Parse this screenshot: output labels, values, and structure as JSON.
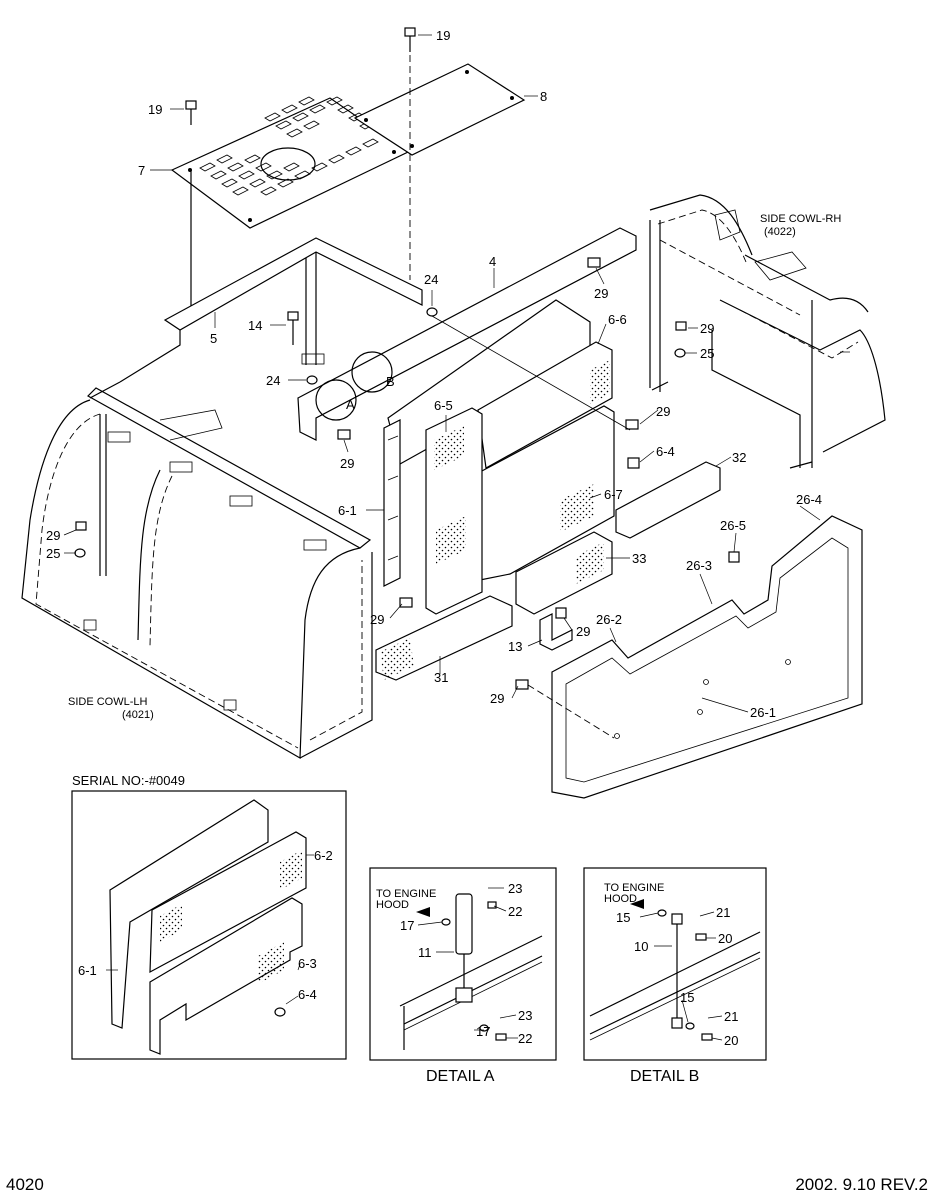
{
  "footer": {
    "page_number": "4020",
    "revision_date": "2002. 9.10 REV.2"
  },
  "main": {
    "side_cowl_rh": {
      "title": "SIDE COWL-RH",
      "ref": "(4022)"
    },
    "side_cowl_lh": {
      "title": "SIDE COWL-LH",
      "ref": "(4021)"
    },
    "circle_a": "A",
    "circle_b": "B",
    "callouts": {
      "c19a": "19",
      "c19b": "19",
      "c8": "8",
      "c7": "7",
      "c4": "4",
      "c24a": "24",
      "c24b": "24",
      "c5": "5",
      "c14": "14",
      "c29a": "29",
      "c29b": "29",
      "c29c": "29",
      "c29d": "29",
      "c29e": "29",
      "c29f": "29",
      "c29g": "29",
      "c25a": "25",
      "c25b": "25",
      "c6_6": "6-6",
      "c6_5": "6-5",
      "c6_4": "6-4",
      "c6_7": "6-7",
      "c6_1": "6-1",
      "c32": "32",
      "c33": "33",
      "c31": "31",
      "c13": "13",
      "c26_1": "26-1",
      "c26_2": "26-2",
      "c26_3": "26-3",
      "c26_4": "26-4",
      "c26_5": "26-5"
    }
  },
  "serial_box": {
    "title": "SERIAL NO:-#0049",
    "callouts": {
      "c6_2": "6-2",
      "c6_3": "6-3",
      "c6_4": "6-4",
      "c6_1": "6-1"
    }
  },
  "detail_a": {
    "caption": "DETAIL  A",
    "note_line1": "TO ENGINE",
    "note_line2": "HOOD",
    "callouts": {
      "c23a": "23",
      "c22a": "22",
      "c17a": "17",
      "c11": "11",
      "c17b": "17",
      "c23b": "23",
      "c22b": "22"
    }
  },
  "detail_b": {
    "caption": "DETAIL  B",
    "note_line1": "TO ENGINE",
    "note_line2": "HOOD",
    "callouts": {
      "c15a": "15",
      "c21a": "21",
      "c10": "10",
      "c20a": "20",
      "c15b": "15",
      "c21b": "21",
      "c20b": "20"
    }
  }
}
